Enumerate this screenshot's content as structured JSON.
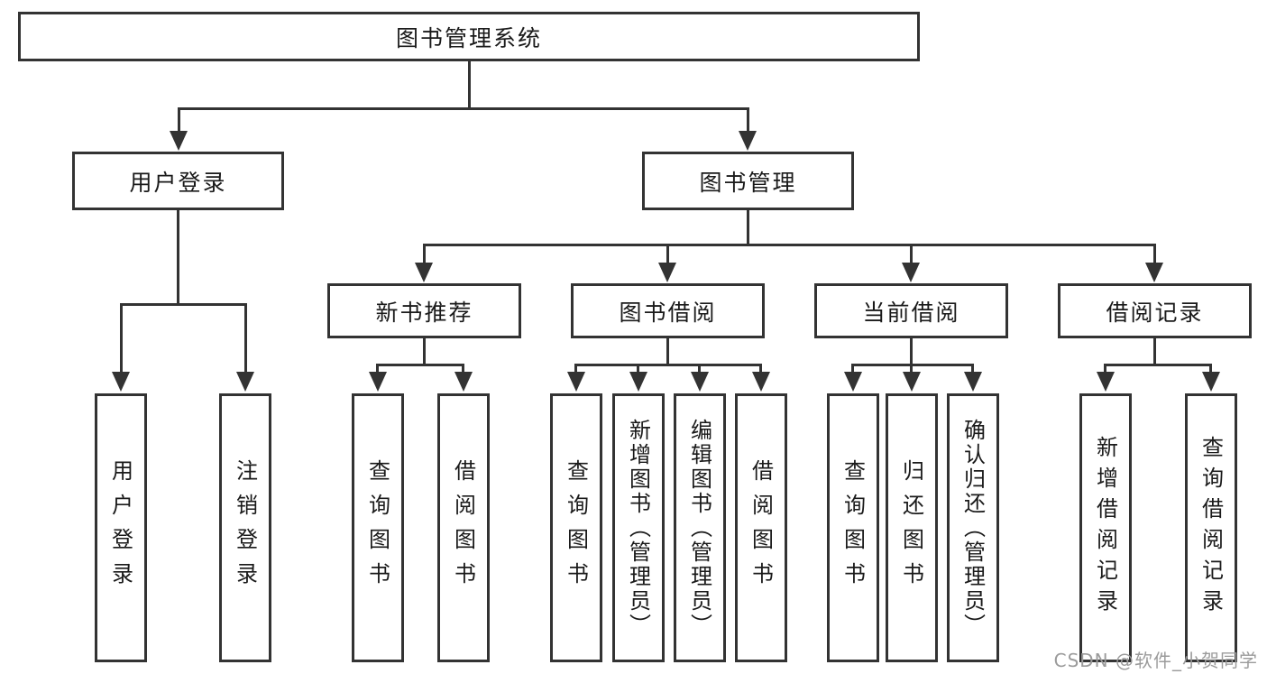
{
  "tree": {
    "root": "图书管理系统",
    "branches": [
      {
        "label": "用户登录",
        "children": [
          "用户登录",
          "注销登录"
        ]
      },
      {
        "label": "图书管理",
        "groups": [
          {
            "label": "新书推荐",
            "children": [
              "查询图书",
              "借阅图书"
            ]
          },
          {
            "label": "图书借阅",
            "children": [
              "查询图书",
              "新增图书（管理员）",
              "编辑图书（管理员）",
              "借阅图书"
            ]
          },
          {
            "label": "当前借阅",
            "children": [
              "查询图书",
              "归还图书",
              "确认归还（管理员）"
            ]
          },
          {
            "label": "借阅记录",
            "children": [
              "新增借阅记录",
              "查询借阅记录"
            ]
          }
        ]
      }
    ]
  },
  "watermark": "CSDN @软件_小贺同学",
  "colors": {
    "line": "#333333",
    "text": "#1a1a1a",
    "background": "#ffffff",
    "watermark": "#9b9b9b"
  }
}
